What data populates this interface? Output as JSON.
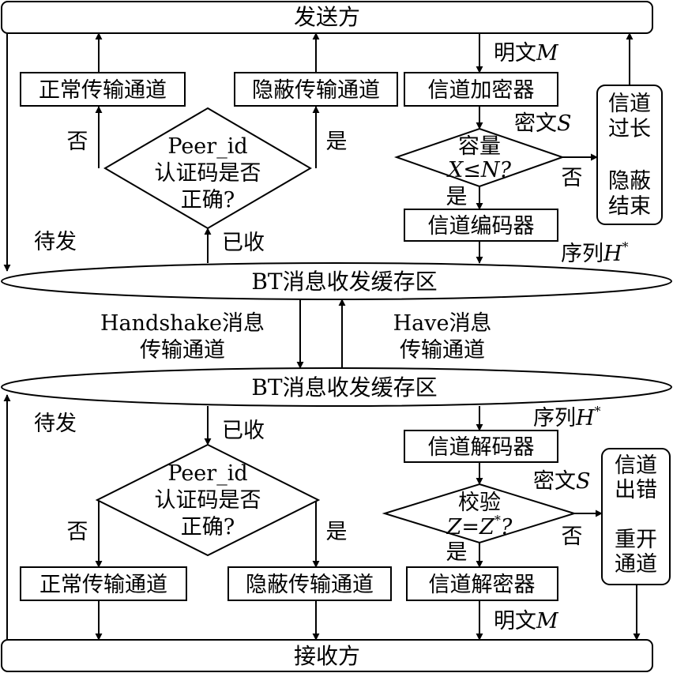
{
  "sender": "发送方",
  "receiver": "接收方",
  "top": {
    "normal_channel": "正常传输通道",
    "covert_channel": "隐蔽传输通道",
    "decision": [
      "Peer_id",
      "认证码是否",
      "正确?"
    ],
    "no": "否",
    "yes": "是",
    "pending": "待发",
    "received": "已收",
    "encryptor": "信道加密器",
    "plaintext_label": "明文",
    "plaintext_var": "M",
    "ciphertext_label": "密文",
    "ciphertext_var": "S",
    "capacity_decision": [
      "容量",
      "X≤N?"
    ],
    "cap_no": "否",
    "cap_yes": "是",
    "encoder": "信道编码器",
    "sequence_label": "序列",
    "sequence_var": "H",
    "sequence_sup": "*",
    "end_box": [
      "信道",
      "过长",
      "隐蔽",
      "结束"
    ]
  },
  "buffer_top": "BT消息收发缓存区",
  "buffer_bottom": "BT消息收发缓存区",
  "middle": {
    "handshake": [
      "Handshake消息",
      "传输通道"
    ],
    "have": [
      "Have消息",
      "传输通道"
    ]
  },
  "bottom": {
    "pending": "待发",
    "received": "已收",
    "decision": [
      "Peer_id",
      "认证码是否",
      "正确?"
    ],
    "no": "否",
    "yes": "是",
    "normal_channel": "正常传输通道",
    "covert_channel": "隐蔽传输通道",
    "sequence_label": "序列",
    "sequence_var": "H",
    "sequence_sup": "*",
    "decoder": "信道解码器",
    "ciphertext_label": "密文",
    "ciphertext_var": "S",
    "verify_decision": [
      "校验",
      "Z=Z",
      "*",
      "?"
    ],
    "ver_no": "否",
    "ver_yes": "是",
    "decryptor": "信道解密器",
    "plaintext_label": "明文",
    "plaintext_var": "M",
    "error_box": [
      "信道",
      "出错",
      "重开",
      "通道"
    ]
  }
}
